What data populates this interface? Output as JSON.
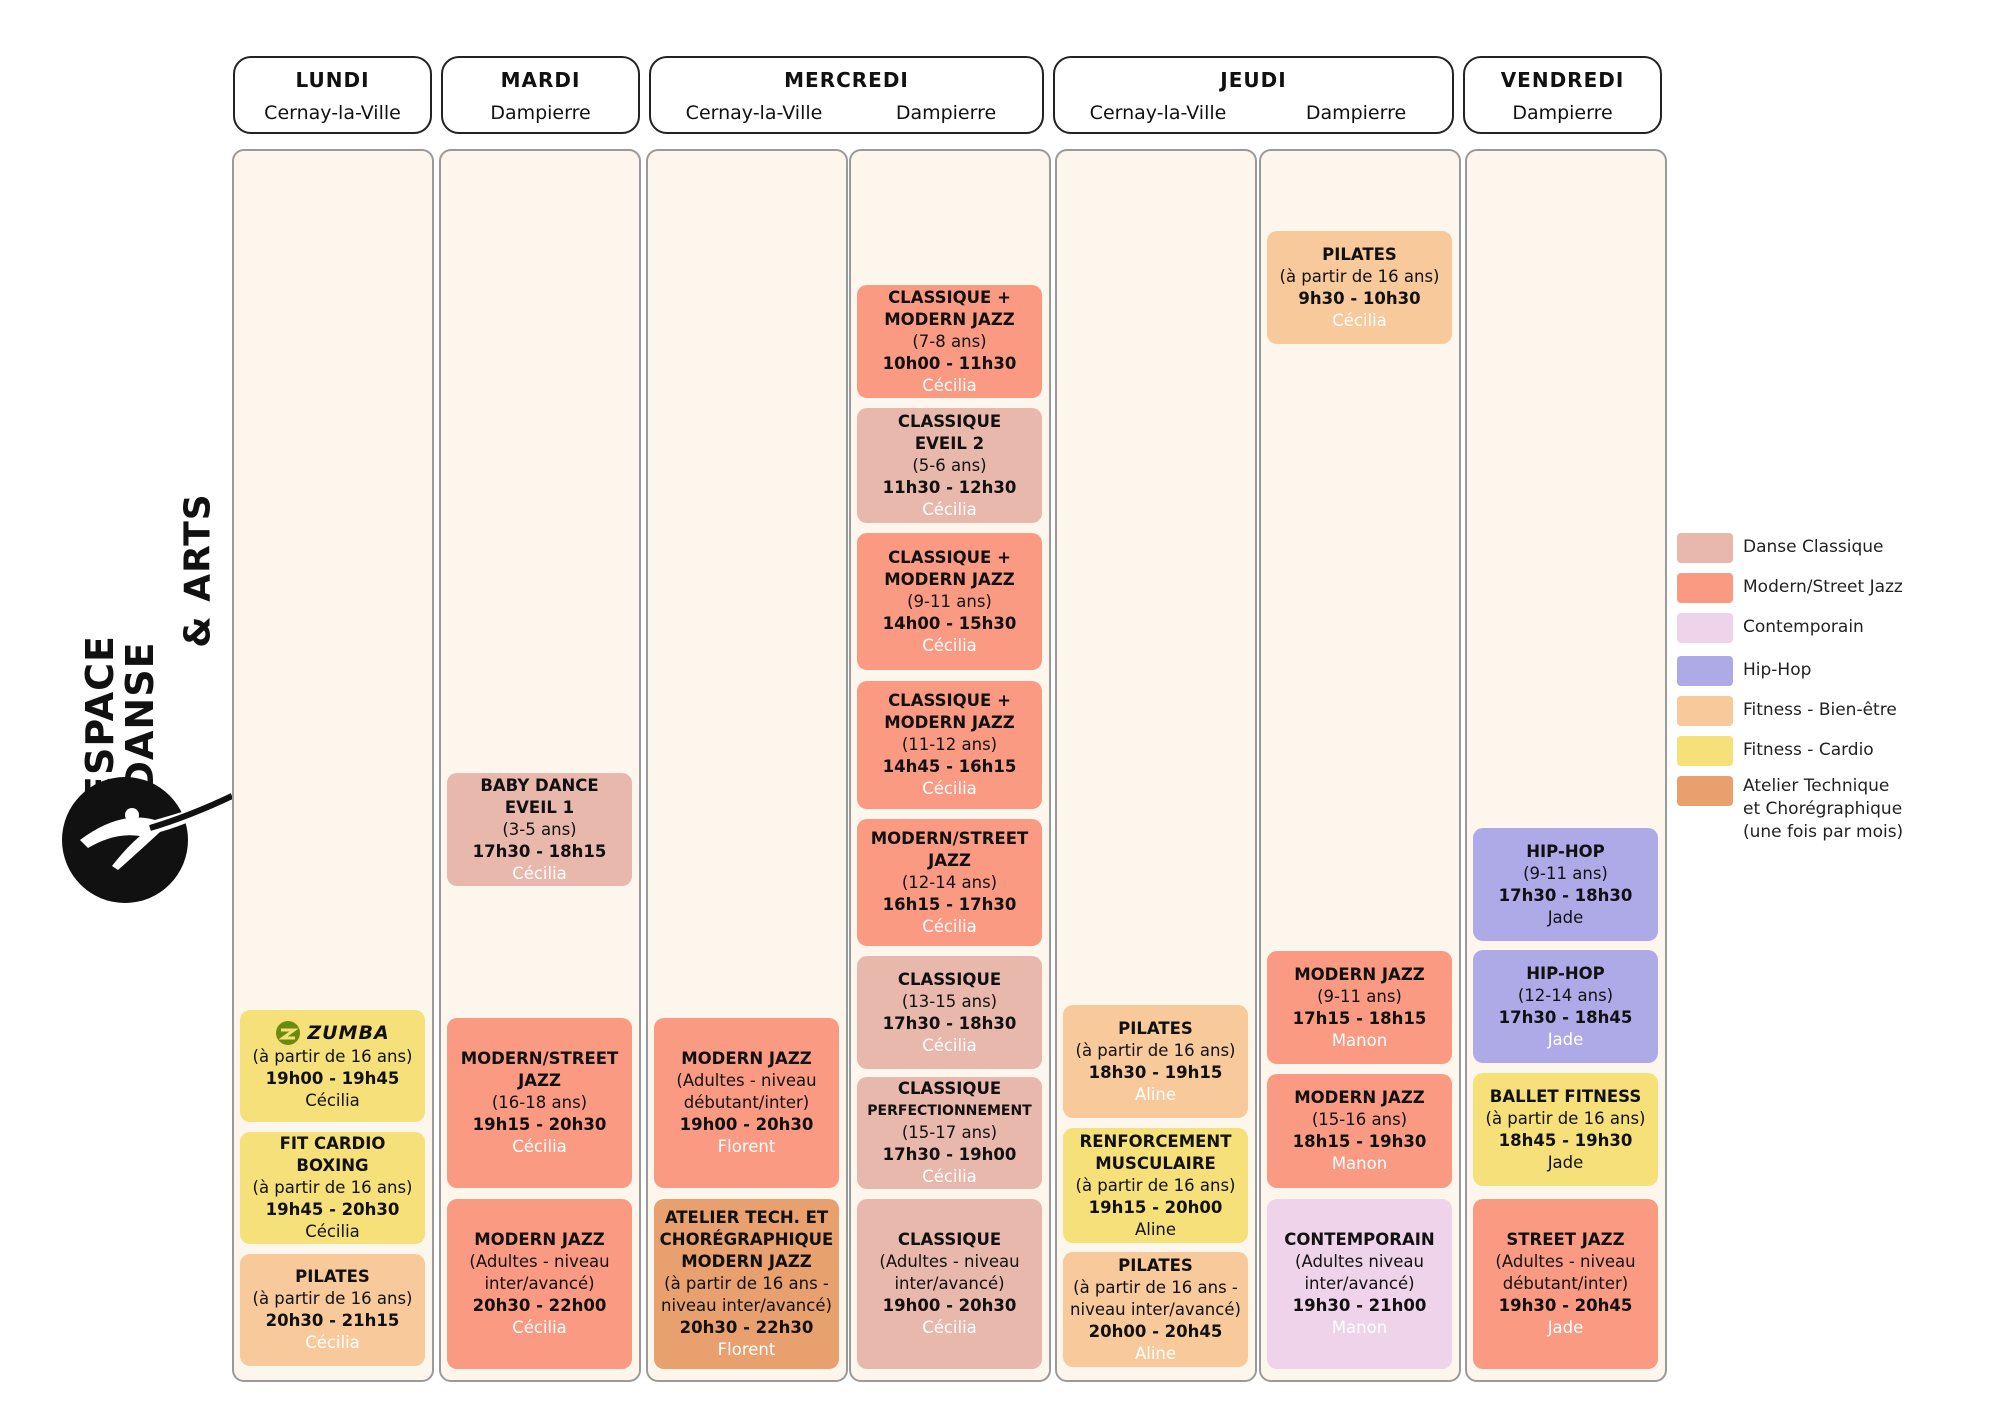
{
  "days": {
    "lundi": {
      "name": "LUNDI",
      "locations": [
        "Cernay-la-Ville"
      ]
    },
    "mardi": {
      "name": "MARDI",
      "locations": [
        "Dampierre"
      ]
    },
    "mercredi": {
      "name": "MERCREDI",
      "locations": [
        "Cernay-la-Ville",
        "Dampierre"
      ]
    },
    "jeudi": {
      "name": "JEUDI",
      "locations": [
        "Cernay-la-Ville",
        "Dampierre"
      ]
    },
    "vendredi": {
      "name": "VENDREDI",
      "locations": [
        "Dampierre"
      ]
    }
  },
  "logo": {
    "line1": "ESPACE",
    "line2": "DANSE",
    "line3": "& ARTS"
  },
  "cards": [
    {
      "title": "ZUMBA",
      "age": "(à partir de 16 ans)",
      "hours": "19h00 - 19h45",
      "teacher": "Cécilia",
      "category": "cardio"
    },
    {
      "title": "FIT CARDIO BOXING",
      "age": "(à partir de 16 ans)",
      "hours": "19h45 - 20h30",
      "teacher": "Cécilia",
      "category": "cardio"
    },
    {
      "title": "PILATES",
      "age": "(à partir de 16 ans)",
      "hours": "20h30 - 21h15",
      "teacher": "Cécilia",
      "category": "fitness-bien-etre"
    },
    {
      "title": "BABY DANCE\nEVEIL 1",
      "age": "(3-5 ans)",
      "hours": "17h30 - 18h15",
      "teacher": "Cécilia",
      "category": "classique"
    },
    {
      "title": "MODERN/STREET\nJAZZ",
      "age": "(16-18 ans)",
      "hours": "19h15 - 20h30",
      "teacher": "Cécilia",
      "category": "modern"
    },
    {
      "title": "MODERN JAZZ",
      "age": "(Adultes - niveau\ninter/avancé)",
      "hours": "20h30 - 22h00",
      "teacher": "Cécilia",
      "category": "modern"
    },
    {
      "title": "MODERN JAZZ",
      "age": "(Adultes - niveau\ndébutant/inter)",
      "hours": "19h00 - 20h30",
      "teacher": "Florent",
      "category": "modern"
    },
    {
      "title": "ATELIER TECH. ET\nCHORÉGRAPHIQUE\nMODERN JAZZ",
      "age": "(à partir de 16 ans -\nniveau inter/avancé)",
      "hours": "20h30 - 22h30",
      "teacher": "Florent",
      "category": "atelier"
    },
    {
      "title": "CLASSIQUE +\nMODERN JAZZ",
      "age": "(7-8 ans)",
      "hours": "10h00 - 11h30",
      "teacher": "Cécilia",
      "category": "modern"
    },
    {
      "title": "CLASSIQUE\nEVEIL 2",
      "age": "(5-6 ans)",
      "hours": "11h30 - 12h30",
      "teacher": "Cécilia",
      "category": "classique"
    },
    {
      "title": "CLASSIQUE +\nMODERN JAZZ",
      "age": "(9-11 ans)",
      "hours": "14h00 - 15h30",
      "teacher": "Cécilia",
      "category": "modern"
    },
    {
      "title": "CLASSIQUE +\nMODERN JAZZ",
      "age": "(11-12 ans)",
      "hours": "14h45 - 16h15",
      "teacher": "Cécilia",
      "category": "modern"
    },
    {
      "title": "MODERN/STREET\nJAZZ",
      "age": "(12-14 ans)",
      "hours": "16h15 - 17h30",
      "teacher": "Cécilia",
      "category": "modern"
    },
    {
      "title": "CLASSIQUE",
      "age": "(13-15 ans)",
      "hours": "17h30 - 18h30",
      "teacher": "Cécilia",
      "category": "classique"
    },
    {
      "title": "CLASSIQUE",
      "title2": "PERFECTIONNEMENT",
      "age": "(15-17 ans)",
      "hours": "17h30 - 19h00",
      "teacher": "Cécilia",
      "category": "classique"
    },
    {
      "title": "CLASSIQUE",
      "age": "(Adultes - niveau\ninter/avancé)",
      "hours": "19h00 - 20h30",
      "teacher": "Cécilia",
      "category": "classique"
    },
    {
      "title": "PILATES",
      "age": "(à partir de 16 ans)",
      "hours": "18h30 - 19h15",
      "teacher": "Aline",
      "category": "fitness-bien-etre"
    },
    {
      "title": "RENFORCEMENT\nMUSCULAIRE",
      "age": "(à partir de 16 ans)",
      "hours": "19h15 - 20h00",
      "teacher": "Aline",
      "category": "cardio"
    },
    {
      "title": "PILATES",
      "age": "(à partir de 16 ans -\nniveau inter/avancé)",
      "hours": "20h00 - 20h45",
      "teacher": "Aline",
      "category": "fitness-bien-etre"
    },
    {
      "title": "PILATES",
      "age": "(à partir de 16 ans)",
      "hours": "9h30 - 10h30",
      "teacher": "Cécilia",
      "category": "fitness-bien-etre"
    },
    {
      "title": "MODERN JAZZ",
      "age": "(9-11 ans)",
      "hours": "17h15 - 18h15",
      "teacher": "Manon",
      "category": "modern"
    },
    {
      "title": "MODERN JAZZ",
      "age": "(15-16 ans)",
      "hours": "18h15 - 19h30",
      "teacher": "Manon",
      "category": "modern"
    },
    {
      "title": "CONTEMPORAIN",
      "age": "(Adultes niveau\ninter/avancé)",
      "hours": "19h30 - 21h00",
      "teacher": "Manon",
      "category": "contemporain"
    },
    {
      "title": "HIP-HOP",
      "age": "(9-11 ans)",
      "hours": "17h30 - 18h30",
      "teacher": "Jade",
      "category": "hip-hop"
    },
    {
      "title": "HIP-HOP",
      "age": "(12-14 ans)",
      "hours": "17h30 - 18h45",
      "teacher": "Jade",
      "category": "hip-hop"
    },
    {
      "title": "BALLET FITNESS",
      "age": "(à partir de 16 ans)",
      "hours": "18h45 - 19h30",
      "teacher": "Jade",
      "category": "cardio"
    },
    {
      "title": "STREET JAZZ",
      "age": "(Adultes - niveau\ndébutant/inter)",
      "hours": "19h30 - 20h45",
      "teacher": "Jade",
      "category": "modern"
    }
  ],
  "legend": [
    {
      "label": "Danse Classique",
      "color": "#e8b8ad"
    },
    {
      "label": "Modern/Street Jazz",
      "color": "#fb9a82"
    },
    {
      "label": "Contemporain",
      "color": "#eed3ea"
    },
    {
      "label": "Hip-Hop",
      "color": "#aeaae8"
    },
    {
      "label": "Fitness - Bien-être",
      "color": "#f8c99b"
    },
    {
      "label": "Fitness - Cardio",
      "color": "#f5e07a"
    },
    {
      "label": "Atelier Technique\net Chorégraphique\n(une fois par mois)",
      "color": "#e8a06e"
    }
  ]
}
